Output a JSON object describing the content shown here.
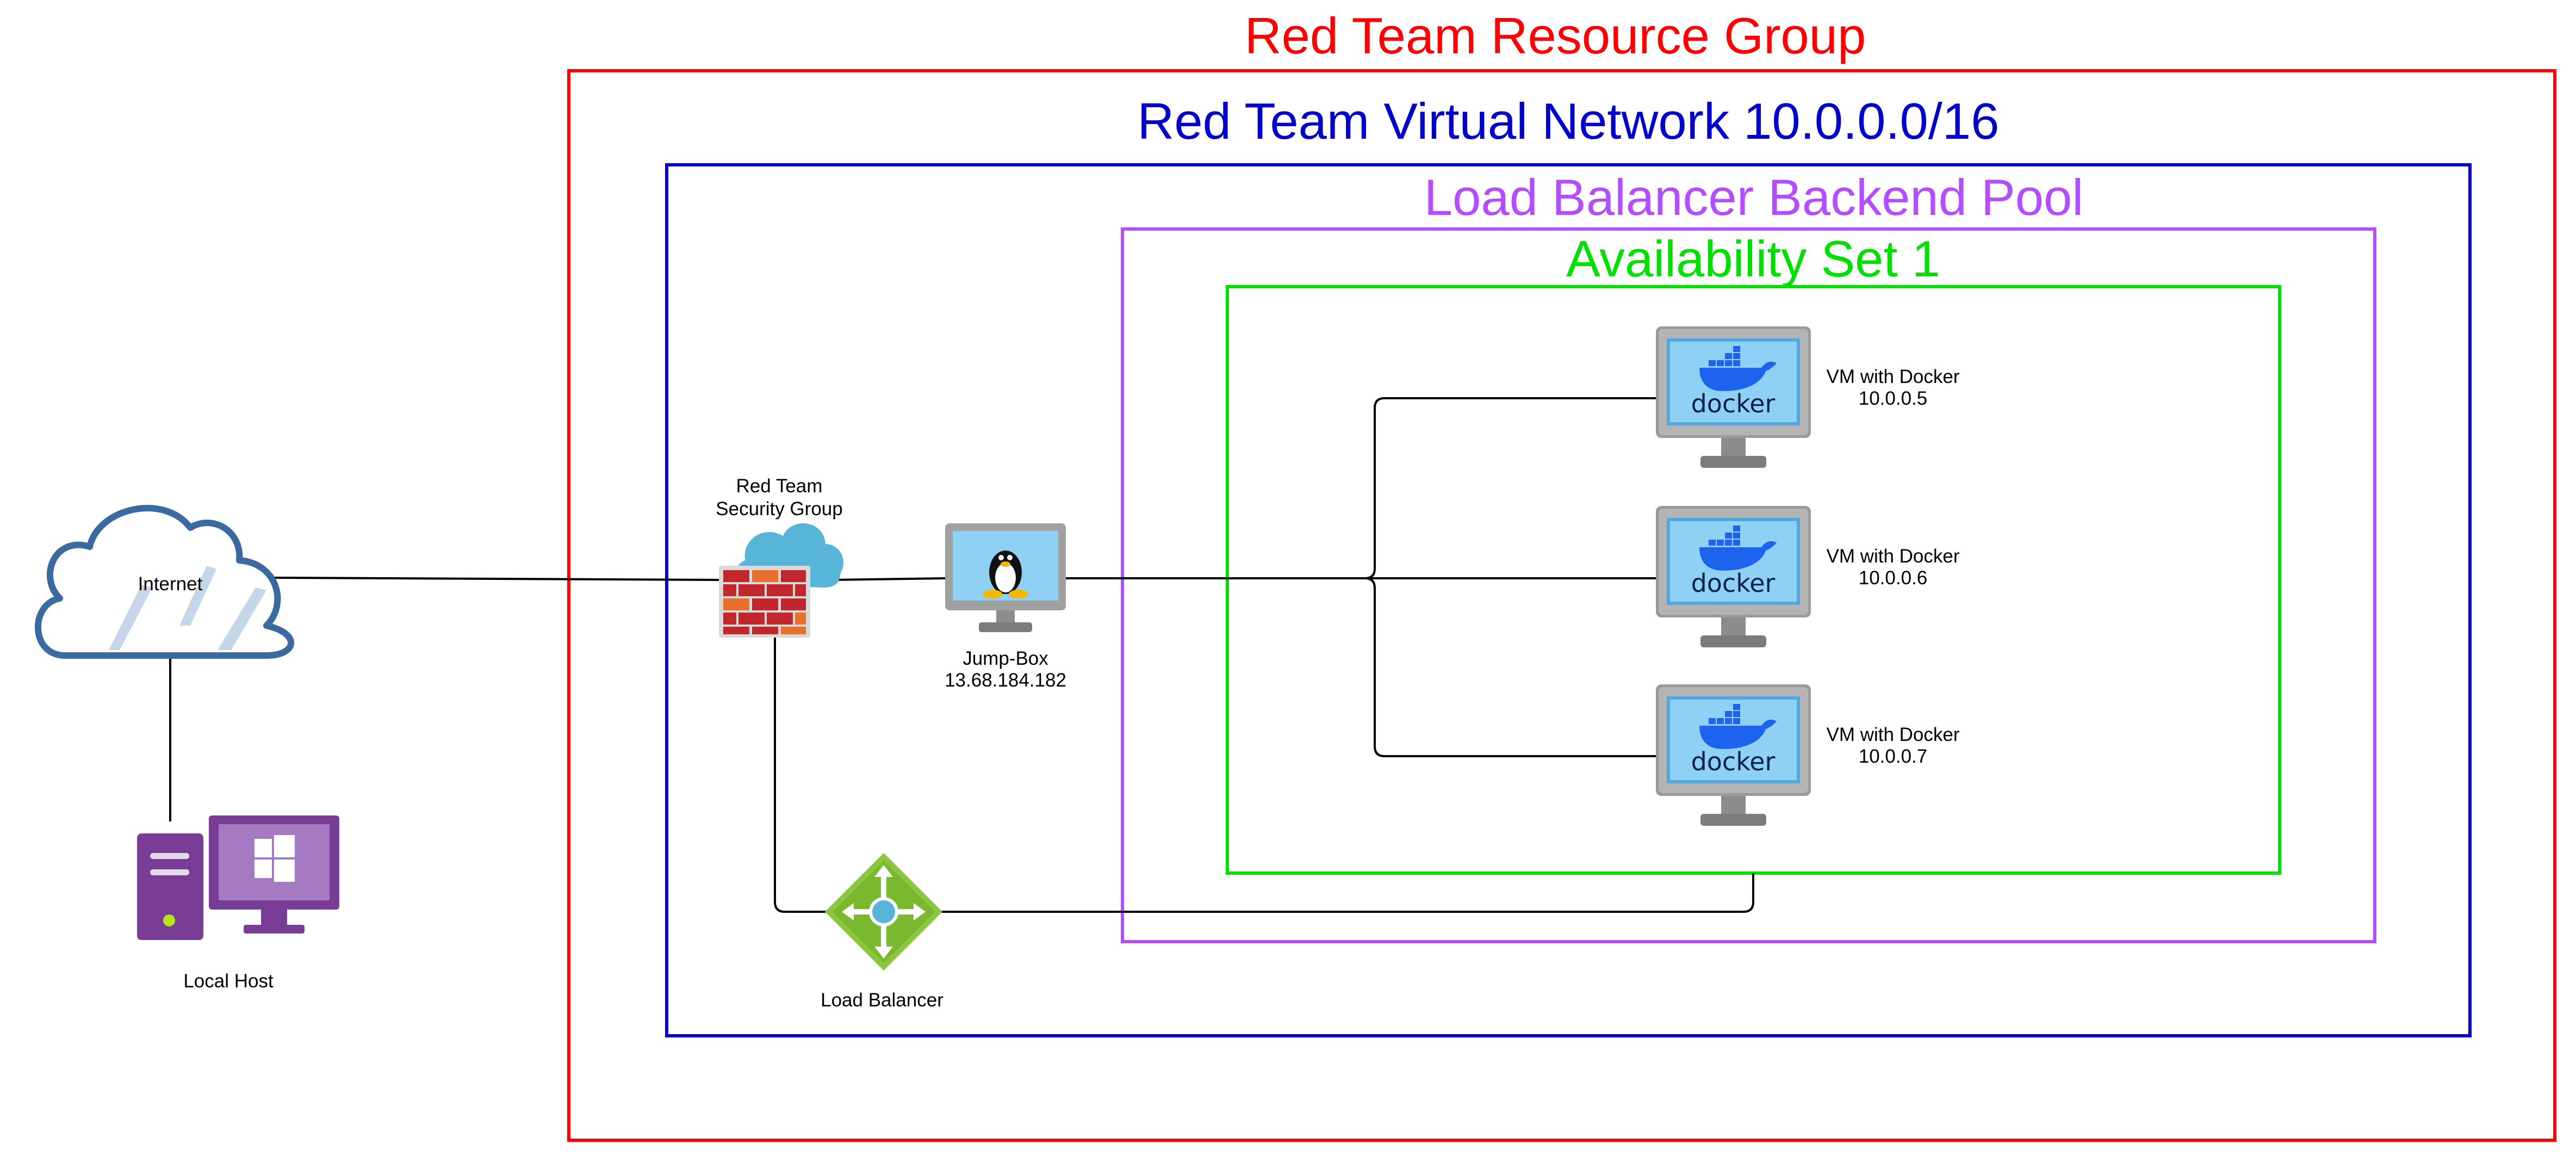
{
  "groups": {
    "resource_group": {
      "title": "Red Team Resource Group",
      "color": "#ff0000"
    },
    "virtual_network": {
      "title": "Red Team Virtual Network 10.0.0.0/16",
      "color": "#0000cc"
    },
    "backend_pool": {
      "title": "Load Balancer Backend Pool",
      "color": "#b44cff"
    },
    "availability_set": {
      "title": "Availability Set 1",
      "color": "#00e000"
    }
  },
  "nodes": {
    "internet": {
      "label": "Internet"
    },
    "local_host": {
      "label": "Local Host"
    },
    "security_group": {
      "line1": "Red Team",
      "line2": "Security Group"
    },
    "jump_box": {
      "name": "Jump-Box",
      "ip": "13.68.184.182"
    },
    "load_balancer": {
      "label": "Load Balancer"
    },
    "vms": [
      {
        "name": "VM with Docker",
        "ip": "10.0.0.5",
        "logo_text": "docker"
      },
      {
        "name": "VM with Docker",
        "ip": "10.0.0.6",
        "logo_text": "docker"
      },
      {
        "name": "VM with Docker",
        "ip": "10.0.0.7",
        "logo_text": "docker"
      }
    ]
  },
  "icons": {
    "internet": "cloud-icon",
    "local_host": "windows-pc-icon",
    "security_group": "firewall-icon",
    "jump_box": "linux-monitor-icon",
    "load_balancer": "load-balancer-icon",
    "vm": "docker-monitor-icon"
  },
  "colors": {
    "cloud_stroke": "#3a6aa0",
    "pc_purple": "#7a3d96",
    "firewall_red": "#c0282d",
    "lb_green": "#8cc63f",
    "screen_blue": "#5bb5e8",
    "docker_blue": "#1d63ed"
  }
}
